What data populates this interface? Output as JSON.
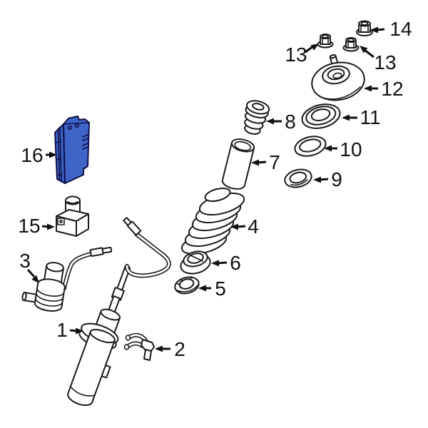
{
  "diagram": {
    "type": "exploded-parts-diagram",
    "subject": "front suspension strut assembly",
    "background_color": "#ffffff",
    "line_color": "#1a1a1a"
  },
  "selection": {
    "selected_part": "16",
    "highlight_fill": "#3d64c6",
    "highlight_stroke": "#10104a"
  },
  "labels": {
    "p1": "1",
    "p2": "2",
    "p3": "3",
    "p4": "4",
    "p5": "5",
    "p6": "6",
    "p7": "7",
    "p8": "8",
    "p9": "9",
    "p10": "10",
    "p11": "11",
    "p12": "12",
    "p13a": "13",
    "p13b": "13",
    "p14": "14",
    "p15": "15",
    "p16": "16"
  }
}
